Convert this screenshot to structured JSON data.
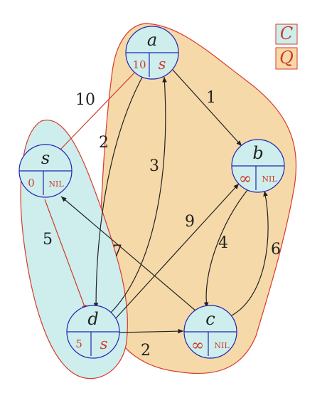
{
  "legend": {
    "items": [
      {
        "label": "C",
        "fill": "#cdeeed"
      },
      {
        "label": "Q",
        "fill": "#f6d9a9"
      }
    ]
  },
  "nodes": [
    {
      "id": "a",
      "name": "a",
      "d": "10",
      "pi": "s"
    },
    {
      "id": "b",
      "name": "b",
      "d": "∞",
      "pi": "NIL"
    },
    {
      "id": "s",
      "name": "s",
      "d": "0",
      "pi": "NIL"
    },
    {
      "id": "d",
      "name": "d",
      "d": "5",
      "pi": "s"
    },
    {
      "id": "c",
      "name": "c",
      "d": "∞",
      "pi": "NIL"
    }
  ],
  "edges": [
    {
      "from": "s",
      "to": "a",
      "weight": "10"
    },
    {
      "from": "a",
      "to": "b",
      "weight": "1"
    },
    {
      "from": "a",
      "to": "d",
      "weight": "2"
    },
    {
      "from": "d",
      "to": "a",
      "weight": "3"
    },
    {
      "from": "s",
      "to": "d",
      "weight": "5"
    },
    {
      "from": "c",
      "to": "s",
      "weight": "7"
    },
    {
      "from": "d",
      "to": "b",
      "weight": "9"
    },
    {
      "from": "b",
      "to": "c",
      "weight": "4"
    },
    {
      "from": "c",
      "to": "b",
      "weight": "6"
    },
    {
      "from": "d",
      "to": "c",
      "weight": "2"
    }
  ],
  "colors": {
    "region_c_fill": "#cdeeed",
    "region_q_fill": "#f6d9a9",
    "region_border": "#d93a2b",
    "node_border": "#2323b4",
    "node_fill": "#cdeeed",
    "label_red": "#cf3a2a",
    "edge_dark": "#222222",
    "edge_red": "#cf3a2a"
  }
}
